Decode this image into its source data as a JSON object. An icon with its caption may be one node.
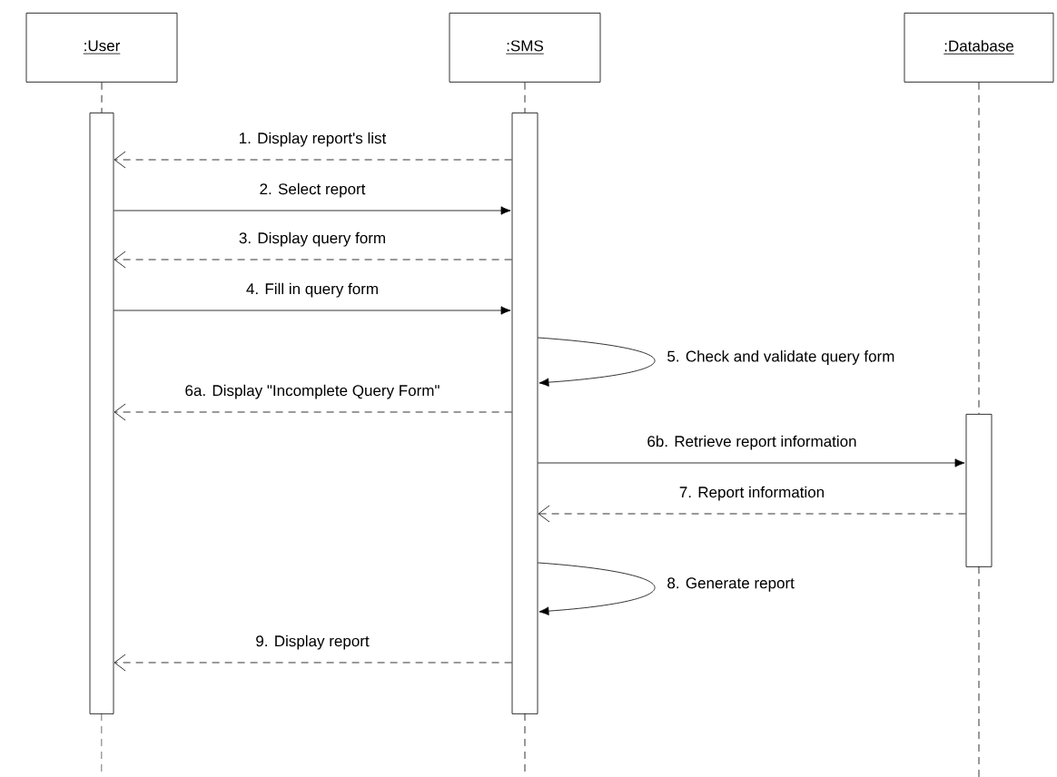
{
  "diagram": {
    "nodes": [
      {
        "text": [
          ":User"
        ]
      },
      {
        "text": [
          ":SMS"
        ]
      },
      {
        "text": [
          ":Database"
        ]
      },
      {
        "text": [],
        "shape": "bar"
      },
      {
        "text": [],
        "shape": "bar"
      },
      {
        "text": [],
        "shape": "bar"
      }
    ],
    "edges": [
      {
        "from": 0,
        "to": 3,
        "arrow": "none",
        "style": "dashed"
      },
      {
        "from": 1,
        "to": 4,
        "arrow": "none",
        "style": "dashed"
      },
      {
        "from": 2,
        "to": 5,
        "arrow": "none",
        "style": "dashed"
      },
      {
        "from": 4,
        "to": 3,
        "arrow": "to",
        "style": "dashed",
        "label": "1. Display report's list"
      },
      {
        "from": 3,
        "to": 4,
        "arrow": "to",
        "label": "2. Select report"
      },
      {
        "from": 4,
        "to": 3,
        "arrow": "to",
        "style": "dashed",
        "label": "3. Display query form"
      },
      {
        "from": 3,
        "to": 4,
        "arrow": "to",
        "label": "4. Fill in query form"
      },
      {
        "from": 4,
        "to": 4,
        "arrow": "to",
        "label": "5. Check and validate query form"
      },
      {
        "from": 4,
        "to": 3,
        "arrow": "to",
        "style": "dashed",
        "label": "6a. Display \"Incomplete Query Form\""
      },
      {
        "from": 4,
        "to": 5,
        "arrow": "to",
        "label": "6b. Retrieve report information"
      },
      {
        "from": 5,
        "to": 4,
        "arrow": "to",
        "style": "dashed",
        "label": "7. Report information"
      },
      {
        "from": 4,
        "to": 4,
        "arrow": "to",
        "label": "8. Generate report"
      },
      {
        "from": 4,
        "to": 3,
        "arrow": "to",
        "style": "dashed",
        "label": "9. Display report"
      }
    ]
  }
}
